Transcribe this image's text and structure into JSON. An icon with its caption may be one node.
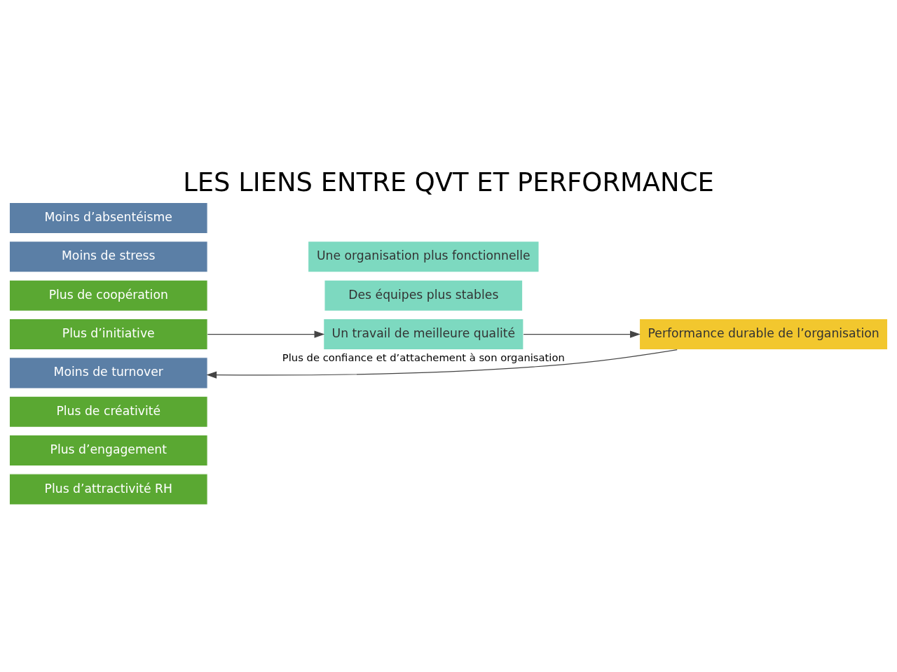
{
  "diagram": {
    "title": "LES LIENS ENTRE QVT ET PERFORMANCE",
    "nodes": [
      {
        "text": [
          "Plus d’attractivité RH"
        ]
      },
      {
        "text": [
          "Plus d’engagement"
        ]
      },
      {
        "text": [
          "Plus de créativité"
        ]
      },
      {
        "text": [
          "Plus d’initiative"
        ]
      },
      {
        "text": [
          "Plus de coopération"
        ]
      },
      {
        "text": [
          "Moins de stress"
        ]
      },
      {
        "text": [
          "Moins d’absentéisme"
        ]
      },
      {
        "text": [
          "Moins de turnover"
        ]
      },
      {
        "text": [
          "Des équipes plus stables"
        ]
      },
      {
        "text": [
          "Un travail de meilleure qualité"
        ]
      },
      {
        "text": [
          "Une organisation plus fonctionnelle"
        ]
      },
      {
        "text": [
          "Performance durable de l’organisation"
        ]
      }
    ],
    "edges": [
      {
        "from": 3,
        "to": 9,
        "arrow": "to"
      },
      {
        "from": 9,
        "to": 11,
        "arrow": "to"
      },
      {
        "from": 11,
        "to": 7,
        "arrow": "to",
        "label": "Plus de confiance et d’attachement à son organisation"
      }
    ]
  }
}
